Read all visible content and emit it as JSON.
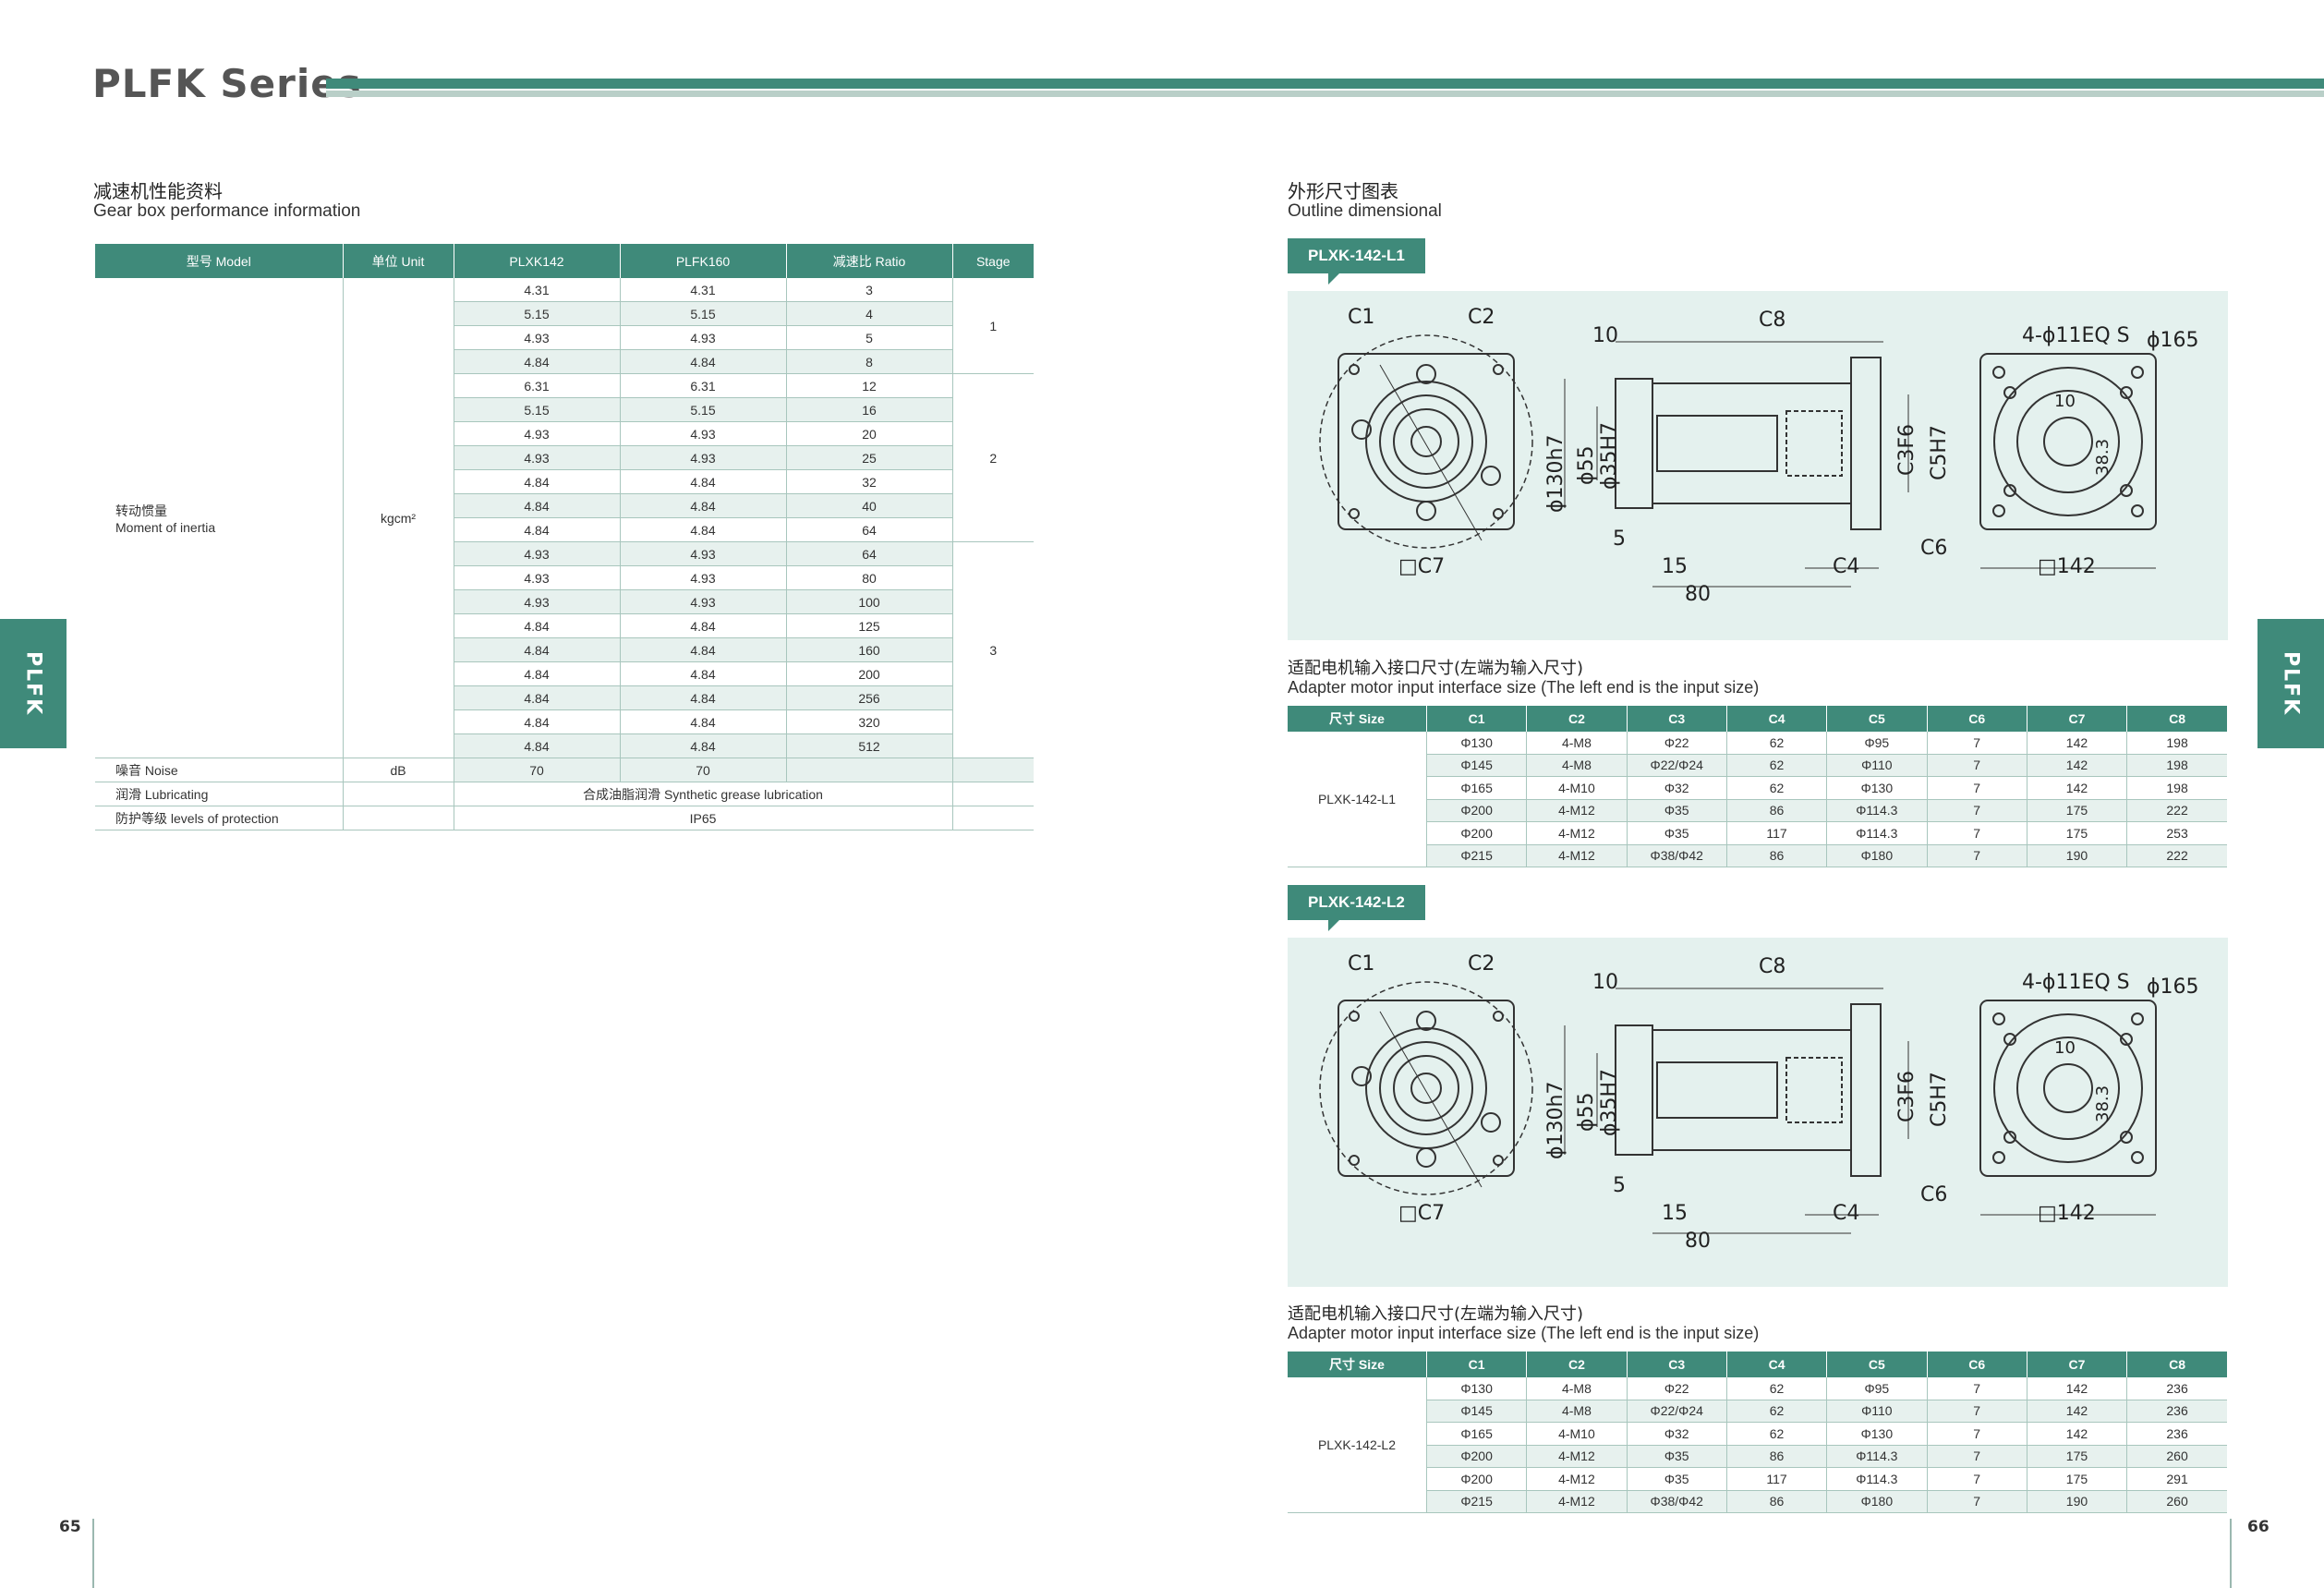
{
  "header": {
    "title": "PLFK Series"
  },
  "side_tab": "PLFK",
  "pages": {
    "left": "65",
    "right": "66"
  },
  "perf": {
    "title_cn": "减速机性能资料",
    "title_en": "Gear box performance information",
    "headers": [
      "型号 Model",
      "单位 Unit",
      "PLXK142",
      "PLFK160",
      "减速比 Ratio",
      "Stage"
    ],
    "inertia_label_cn": "转动惯量",
    "inertia_label_en": "Moment of inertia",
    "inertia_unit": "kgcm²",
    "rows": [
      [
        "4.31",
        "4.31",
        "3"
      ],
      [
        "5.15",
        "5.15",
        "4"
      ],
      [
        "4.93",
        "4.93",
        "5"
      ],
      [
        "4.84",
        "4.84",
        "8"
      ],
      [
        "6.31",
        "6.31",
        "12"
      ],
      [
        "5.15",
        "5.15",
        "16"
      ],
      [
        "4.93",
        "4.93",
        "20"
      ],
      [
        "4.93",
        "4.93",
        "25"
      ],
      [
        "4.84",
        "4.84",
        "32"
      ],
      [
        "4.84",
        "4.84",
        "40"
      ],
      [
        "4.84",
        "4.84",
        "64"
      ],
      [
        "4.93",
        "4.93",
        "64"
      ],
      [
        "4.93",
        "4.93",
        "80"
      ],
      [
        "4.93",
        "4.93",
        "100"
      ],
      [
        "4.84",
        "4.84",
        "125"
      ],
      [
        "4.84",
        "4.84",
        "160"
      ],
      [
        "4.84",
        "4.84",
        "200"
      ],
      [
        "4.84",
        "4.84",
        "256"
      ],
      [
        "4.84",
        "4.84",
        "320"
      ],
      [
        "4.84",
        "4.84",
        "512"
      ]
    ],
    "stages": [
      "1",
      "2",
      "3"
    ],
    "noise_label": "噪音 Noise",
    "noise_unit": "dB",
    "noise_142": "70",
    "noise_160": "70",
    "lub_label": "润滑 Lubricating",
    "lub_value": "合成油脂润滑 Synthetic grease lubrication",
    "prot_label": "防护等级 levels of protection",
    "prot_value": "IP65"
  },
  "outline": {
    "title_cn": "外形尺寸图表",
    "title_en": "Outline dimensional"
  },
  "drawing_labels": {
    "c1": "C1",
    "c2": "C2",
    "c3": "C3F6",
    "c4": "C4",
    "c5": "C5H7",
    "c6": "C6",
    "c7": "□C7",
    "c8": "C8",
    "d10": "10",
    "d5": "5",
    "d15": "15",
    "d80": "80",
    "d130": "ϕ130h7",
    "d55": "ϕ55",
    "d35": "ϕ35H7",
    "holes": "4-ϕ11EQ S",
    "d165": "ϕ165",
    "sq142": "□142",
    "d383": "38.3"
  },
  "models": [
    {
      "tag": "PLXK-142-L1",
      "caption_cn": "适配电机输入接口尺寸(左端为输入尺寸)",
      "caption_en": "Adapter motor input interface size (The left end is the input size)",
      "headers": [
        "尺寸 Size",
        "C1",
        "C2",
        "C3",
        "C4",
        "C5",
        "C6",
        "C7",
        "C8"
      ],
      "model_name": "PLXK-142-L1",
      "rows": [
        [
          "Φ130",
          "4-M8",
          "Φ22",
          "62",
          "Φ95",
          "7",
          "142",
          "198"
        ],
        [
          "Φ145",
          "4-M8",
          "Φ22/Φ24",
          "62",
          "Φ110",
          "7",
          "142",
          "198"
        ],
        [
          "Φ165",
          "4-M10",
          "Φ32",
          "62",
          "Φ130",
          "7",
          "142",
          "198"
        ],
        [
          "Φ200",
          "4-M12",
          "Φ35",
          "86",
          "Φ114.3",
          "7",
          "175",
          "222"
        ],
        [
          "Φ200",
          "4-M12",
          "Φ35",
          "117",
          "Φ114.3",
          "7",
          "175",
          "253"
        ],
        [
          "Φ215",
          "4-M12",
          "Φ38/Φ42",
          "86",
          "Φ180",
          "7",
          "190",
          "222"
        ]
      ]
    },
    {
      "tag": "PLXK-142-L2",
      "caption_cn": "适配电机输入接口尺寸(左端为输入尺寸)",
      "caption_en": "Adapter motor input interface size (The left end is the input size)",
      "headers": [
        "尺寸 Size",
        "C1",
        "C2",
        "C3",
        "C4",
        "C5",
        "C6",
        "C7",
        "C8"
      ],
      "model_name": "PLXK-142-L2",
      "rows": [
        [
          "Φ130",
          "4-M8",
          "Φ22",
          "62",
          "Φ95",
          "7",
          "142",
          "236"
        ],
        [
          "Φ145",
          "4-M8",
          "Φ22/Φ24",
          "62",
          "Φ110",
          "7",
          "142",
          "236"
        ],
        [
          "Φ165",
          "4-M10",
          "Φ32",
          "62",
          "Φ130",
          "7",
          "142",
          "236"
        ],
        [
          "Φ200",
          "4-M12",
          "Φ35",
          "86",
          "Φ114.3",
          "7",
          "175",
          "260"
        ],
        [
          "Φ200",
          "4-M12",
          "Φ35",
          "117",
          "Φ114.3",
          "7",
          "175",
          "291"
        ],
        [
          "Φ215",
          "4-M12",
          "Φ38/Φ42",
          "86",
          "Φ180",
          "7",
          "190",
          "260"
        ]
      ]
    }
  ]
}
